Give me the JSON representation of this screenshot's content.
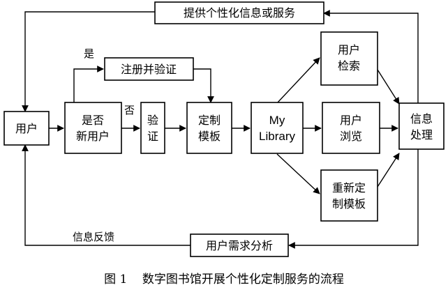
{
  "nodes": {
    "top_service": "提供个性化信息或服务",
    "register": "注册并验证",
    "user": "用户",
    "is_new_user": [
      "是否",
      "新用户"
    ],
    "verify": [
      "验",
      "证"
    ],
    "custom_template": [
      "定制",
      "模板"
    ],
    "my_library": [
      "My",
      "Library"
    ],
    "user_search": [
      "用户",
      "检索"
    ],
    "user_browse": [
      "用户",
      "浏览"
    ],
    "reset_template": [
      "重新定",
      "制模板"
    ],
    "info_process": [
      "信息",
      "处理"
    ],
    "needs_analysis": "用户需求分析"
  },
  "edge_labels": {
    "yes": "是",
    "no": "否",
    "feedback": "信息反馈"
  },
  "caption": "图 1    数字图书馆开展个性化定制服务的流程"
}
